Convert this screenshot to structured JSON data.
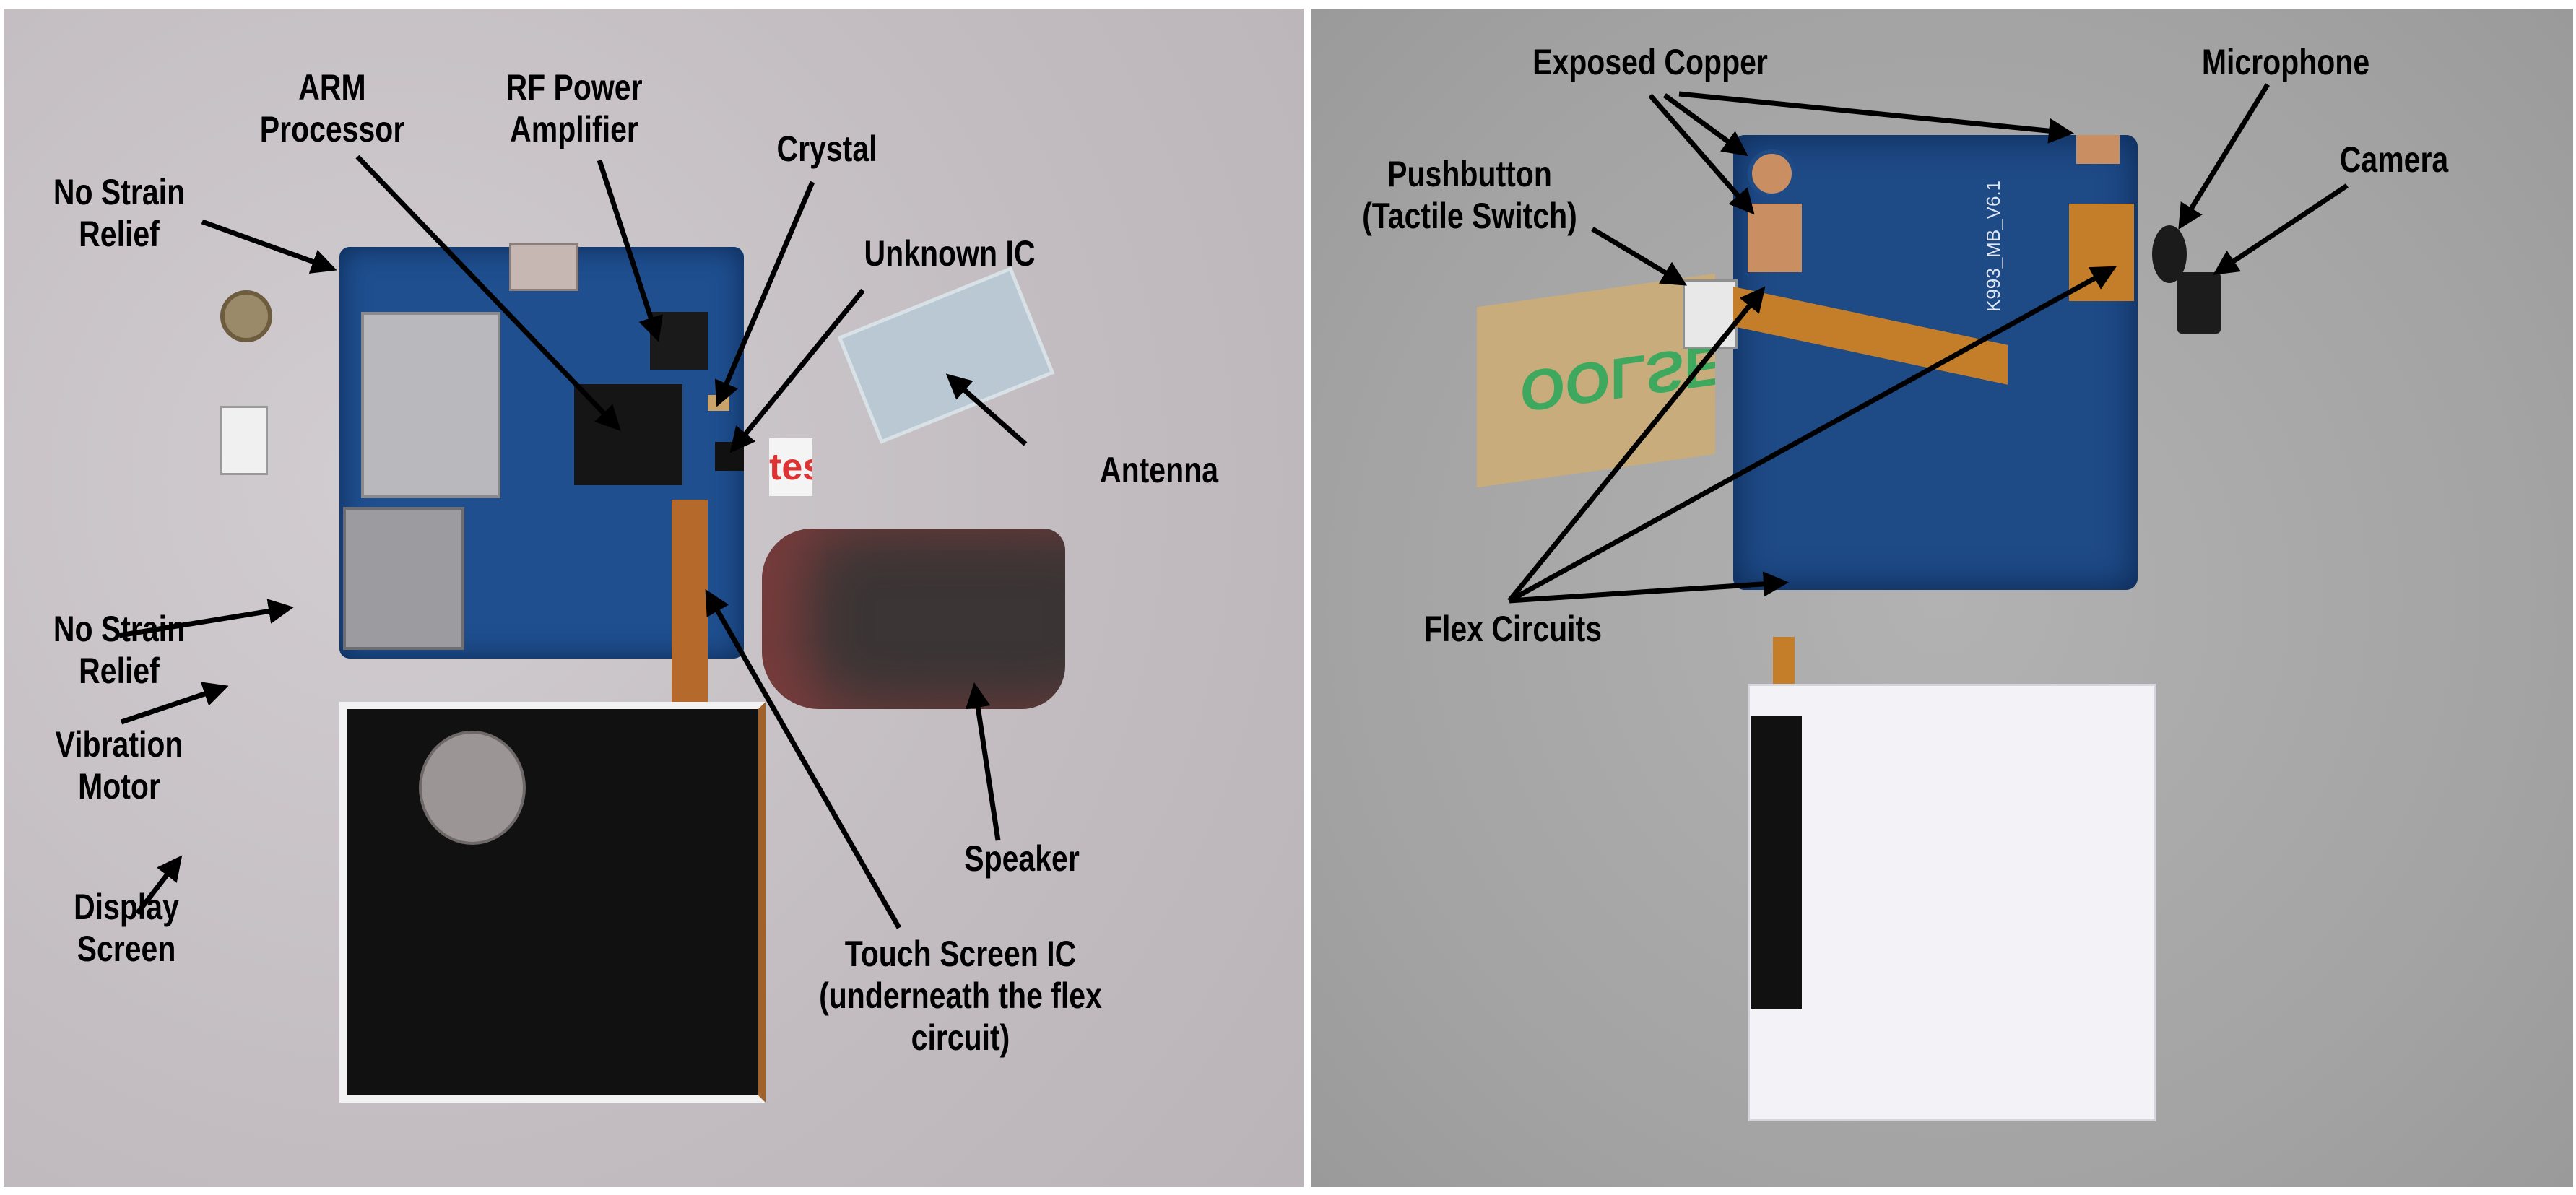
{
  "figure": {
    "left_panel": {
      "description": "Disassembled phone, front side",
      "labels": {
        "arm_processor": "ARM\nProcessor",
        "rf_power_amplifier": "RF Power\nAmplifier",
        "crystal": "Crystal",
        "no_strain_relief_top": "No Strain\nRelief",
        "unknown_ic": "Unknown IC",
        "antenna": "Antenna",
        "no_strain_relief_bottom": "No Strain\nRelief",
        "vibration_motor": "Vibration\nMotor",
        "speaker": "Speaker",
        "touch_screen_ic": "Touch Screen IC\n(underneath the flex\ncircuit)",
        "display_screen": "Display\nScreen"
      },
      "photo_text": {
        "sticker": "tes"
      }
    },
    "right_panel": {
      "description": "Disassembled phone, back side",
      "labels": {
        "exposed_copper": "Exposed Copper",
        "microphone": "Microphone",
        "pushbutton": "Pushbutton\n(Tactile Switch)",
        "camera": "Camera",
        "flex_circuits": "Flex Circuits"
      },
      "photo_text": {
        "tape": "OOLSE",
        "board_marking": "K993_MB_V6.1"
      }
    }
  }
}
